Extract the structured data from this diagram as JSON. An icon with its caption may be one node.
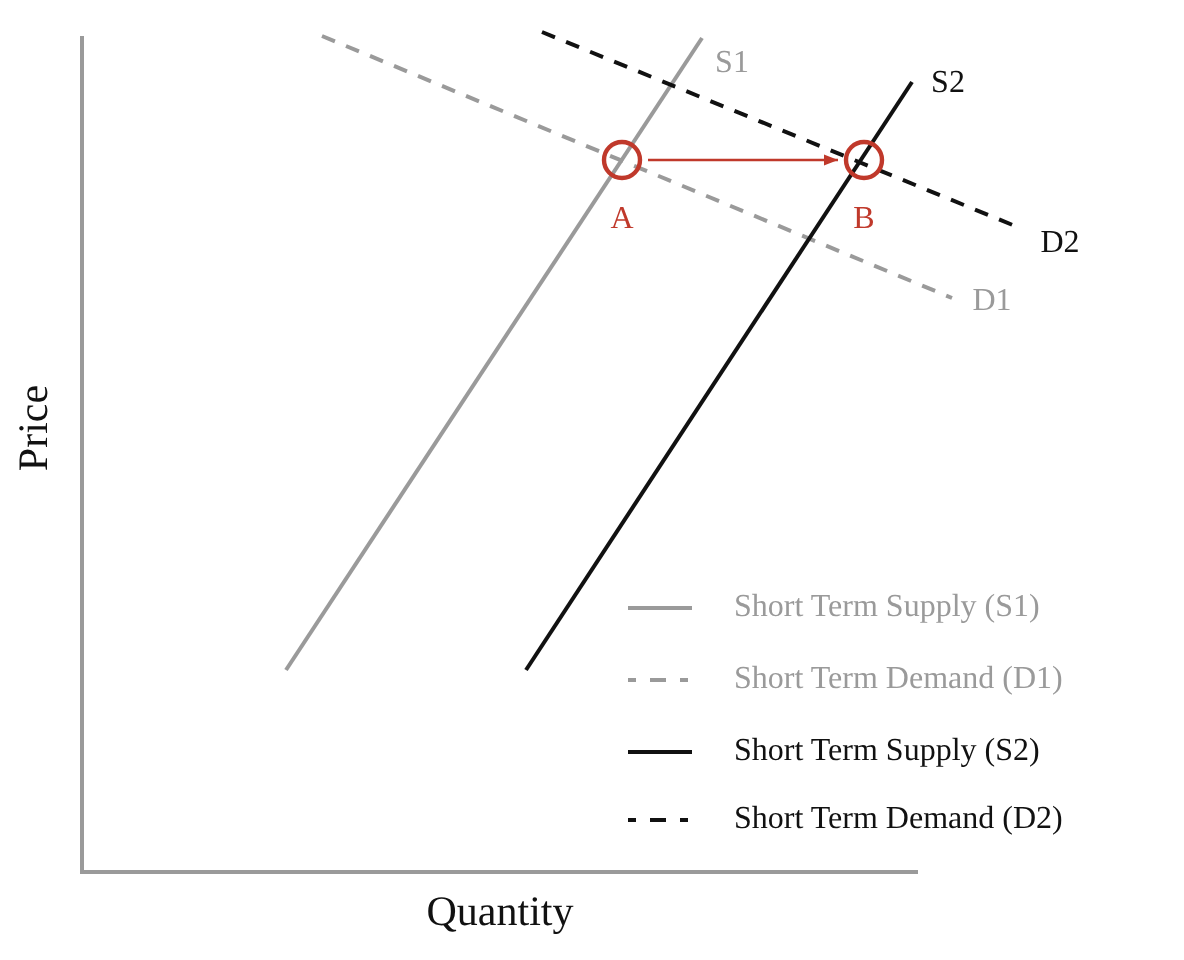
{
  "diagram": {
    "nodes": [
      {
        "text": [],
        "shape": "circle",
        "beside": [
          "A"
        ]
      },
      {
        "text": [],
        "shape": "circle",
        "beside": [
          "B"
        ]
      }
    ],
    "edges": [
      {
        "from": 0,
        "to": 1,
        "arrow": "to"
      }
    ],
    "labels": [
      "S1",
      "S2",
      "D2",
      "D1",
      "Price",
      "Quantity"
    ],
    "legend": [
      {
        "text": "Short Term Supply (S1)"
      },
      {
        "text": "Short Term Demand (D1)"
      },
      {
        "text": "Short Term Supply (S2)"
      },
      {
        "text": "Short Term Demand (D2)"
      }
    ]
  }
}
